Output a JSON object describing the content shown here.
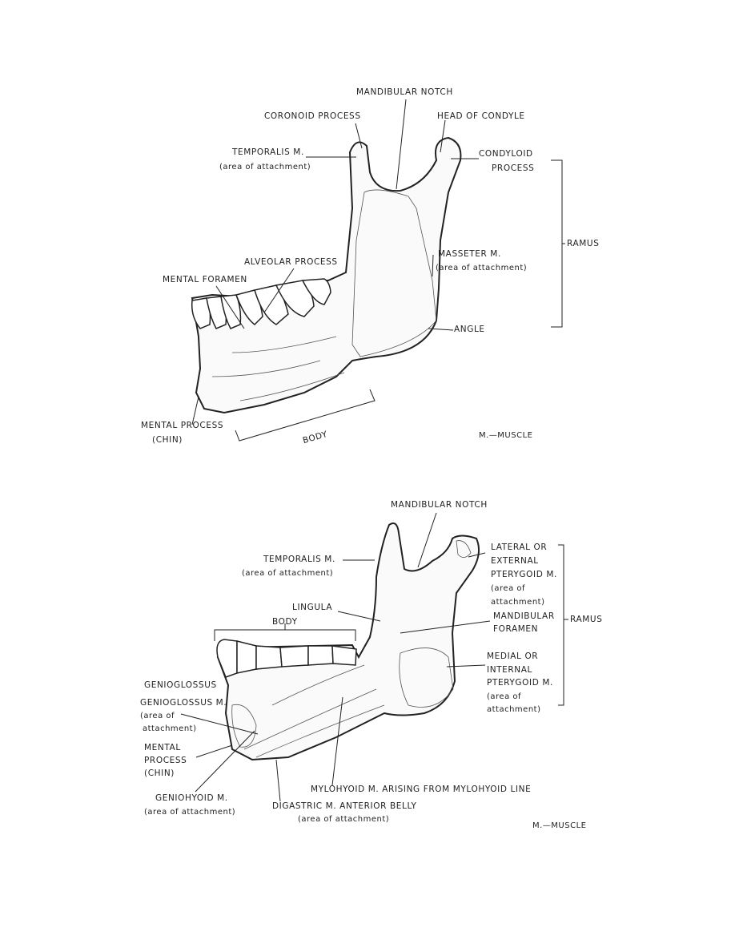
{
  "figure1": {
    "labels": {
      "mandibular_notch": "MANDIBULAR NOTCH",
      "coronoid_process": "CORONOID PROCESS",
      "head_of_condyle": "HEAD OF CONDYLE",
      "temporalis": "TEMPORALIS M.",
      "temporalis_sub": "(area of attachment)",
      "condyloid_1": "CONDYLOID",
      "condyloid_2": "PROCESS",
      "ramus": "RAMUS",
      "masseter": "MASSETER M.",
      "masseter_sub": "(area of attachment)",
      "alveolar_process": "ALVEOLAR PROCESS",
      "mental_foramen": "MENTAL FORAMEN",
      "angle": "ANGLE",
      "mental_process": "MENTAL PROCESS",
      "chin": "(CHIN)",
      "body": "BODY",
      "legend": "M.—MUSCLE"
    }
  },
  "figure2": {
    "labels": {
      "mandibular_notch": "MANDIBULAR NOTCH",
      "temporalis": "TEMPORALIS M.",
      "temporalis_sub": "(area of attachment)",
      "lateral_1": "LATERAL OR",
      "lateral_2": "EXTERNAL",
      "lateral_3": "PTERYGOID M.",
      "lateral_4": "(area of",
      "lateral_5": "attachment)",
      "lingula": "LINGULA",
      "body": "BODY",
      "mand_foramen_1": "MANDIBULAR",
      "mand_foramen_2": "FORAMEN",
      "ramus": "RAMUS",
      "medial_1": "MEDIAL OR",
      "medial_2": "INTERNAL",
      "medial_3": "PTERYGOID M.",
      "medial_4": "(area of",
      "medial_5": "attachment)",
      "genioglossus": "GENIOGLOSSUS",
      "genioglossus_m_1": "GENIOGLOSSUS M.",
      "genioglossus_m_2": "(area of",
      "genioglossus_m_3": "attachment)",
      "mental_1": "MENTAL",
      "mental_2": "PROCESS",
      "mental_3": "(CHIN)",
      "mylohyoid": "MYLOHYOID M. ARISING FROM MYLOHYOID LINE",
      "geniohyoid": "GENIOHYOID M.",
      "geniohyoid_sub": "(area of attachment)",
      "digastric": "DIGASTRIC M. ANTERIOR BELLY",
      "digastric_sub": "(area of attachment)",
      "legend": "M.—MUSCLE"
    }
  }
}
